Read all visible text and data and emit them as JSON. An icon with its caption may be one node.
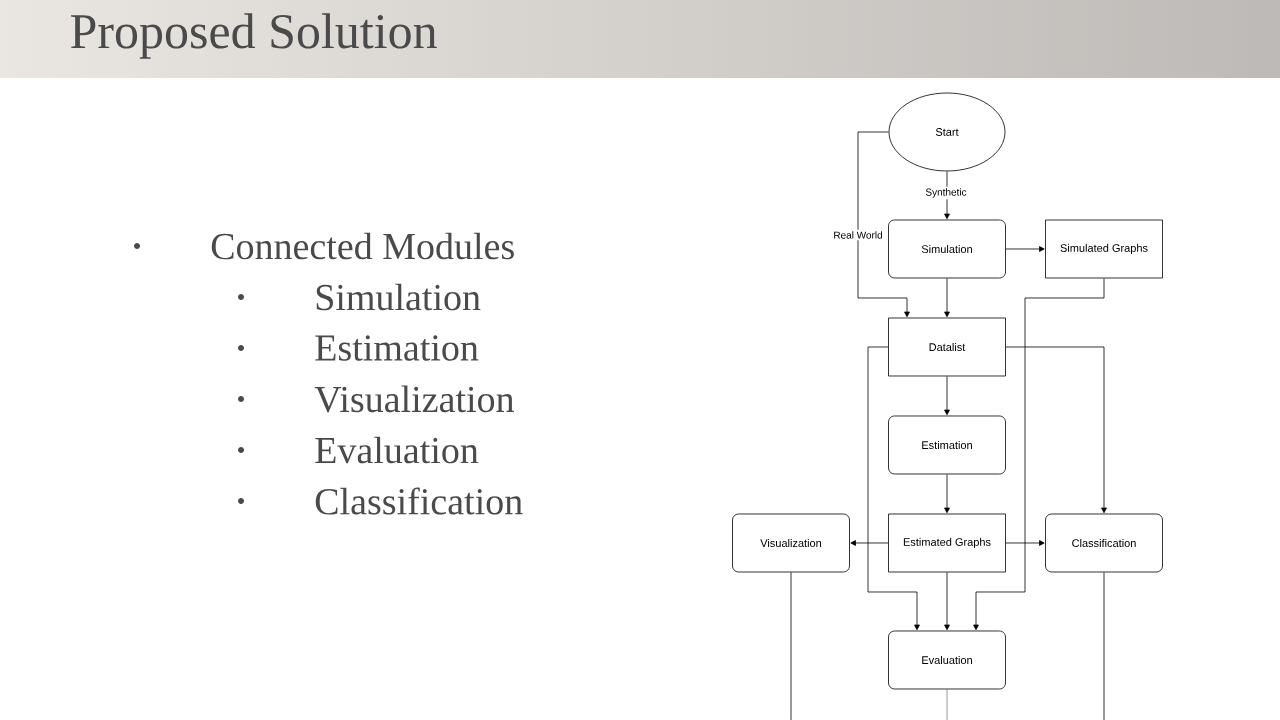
{
  "diagram": {
    "title": "Proposed Solution",
    "nodes": [
      {
        "text": [
          "Start"
        ]
      },
      {
        "text": [
          "Simulation"
        ]
      },
      {
        "text": [
          "Simulated Graphs"
        ]
      },
      {
        "text": [
          "Datalist"
        ]
      },
      {
        "text": [
          "Estimation"
        ]
      },
      {
        "text": [
          "Estimated Graphs"
        ]
      },
      {
        "text": [
          "Visualization"
        ]
      },
      {
        "text": [
          "Classification"
        ]
      },
      {
        "text": [
          "Evaluation"
        ]
      }
    ],
    "edges": [
      {
        "from": 0,
        "to": 1,
        "arrow": "to",
        "label": "Synthetic"
      },
      {
        "from": 0,
        "to": 3,
        "arrow": "to",
        "label": "Real World"
      },
      {
        "from": 1,
        "to": 2,
        "arrow": "to"
      },
      {
        "from": 1,
        "to": 3,
        "arrow": "to"
      },
      {
        "from": 2,
        "to": 8,
        "arrow": "to"
      },
      {
        "from": 3,
        "to": 4,
        "arrow": "to"
      },
      {
        "from": 3,
        "to": 7,
        "arrow": "to"
      },
      {
        "from": 3,
        "to": 8,
        "arrow": "to"
      },
      {
        "from": 4,
        "to": 5,
        "arrow": "to"
      },
      {
        "from": 5,
        "to": 6,
        "arrow": "to"
      },
      {
        "from": 5,
        "to": 7,
        "arrow": "to"
      },
      {
        "from": 5,
        "to": 8,
        "arrow": "to"
      },
      {
        "from": 6,
        "to": null,
        "arrow": "none"
      },
      {
        "from": 8,
        "to": null,
        "arrow": "none"
      },
      {
        "from": 7,
        "to": null,
        "arrow": "none"
      }
    ],
    "labels": [
      "Connected Modules",
      "Simulation",
      "Estimation",
      "Visualization",
      "Evaluation",
      "Classification"
    ]
  }
}
